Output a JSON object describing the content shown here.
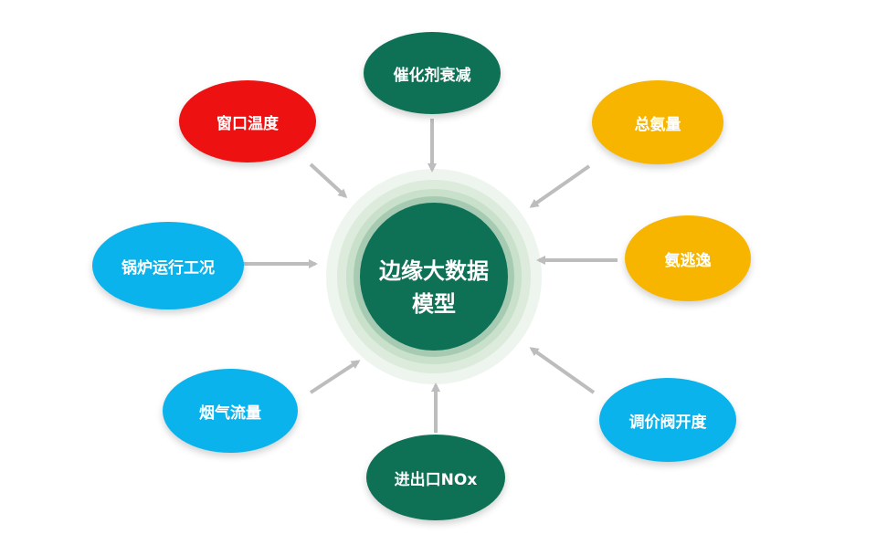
{
  "center": {
    "label_line1": "边缘大数据",
    "label_line2": "模型"
  },
  "colors": {
    "green": "#0e7054",
    "red": "#ee1111",
    "yellow": "#f7b500",
    "blue": "#0bb3ec",
    "arrow": "#bdbdbd"
  },
  "nodes": {
    "catalyst": {
      "label": "催化剂衰减"
    },
    "window_temp": {
      "label": "窗口温度"
    },
    "total_ammonia": {
      "label": "总氨量"
    },
    "boiler": {
      "label": "锅炉运行工况"
    },
    "ammonia_slip": {
      "label": "氨逃逸"
    },
    "flue_gas": {
      "label": "烟气流量"
    },
    "valve": {
      "label": "调价阀开度"
    },
    "nox": {
      "label": "进出口NOx"
    }
  }
}
